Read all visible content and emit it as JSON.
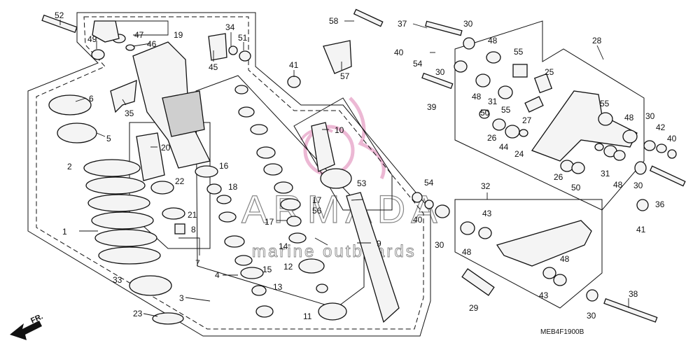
{
  "diagram": {
    "drawing_code": "MEB4F1900B",
    "direction_label": "FR.",
    "watermark": {
      "brand": "ARMADA",
      "tagline": "marine outboards"
    },
    "callouts": [
      "52",
      "49",
      "47",
      "19",
      "46",
      "34",
      "51",
      "45",
      "41",
      "58",
      "57",
      "37",
      "30",
      "40",
      "54",
      "30",
      "48",
      "55",
      "25",
      "28",
      "39",
      "48",
      "31",
      "55",
      "50",
      "27",
      "26",
      "44",
      "24",
      "55",
      "48",
      "30",
      "42",
      "40",
      "50",
      "26",
      "31",
      "48",
      "30",
      "36",
      "41",
      "6",
      "35",
      "5",
      "20",
      "16",
      "18",
      "22",
      "21",
      "8",
      "7",
      "2",
      "1",
      "33",
      "23",
      "3",
      "4",
      "15",
      "13",
      "14",
      "17",
      "56",
      "17",
      "12",
      "11",
      "10",
      "53",
      "54",
      "40",
      "30",
      "9",
      "32",
      "43",
      "48",
      "48",
      "43",
      "29",
      "38",
      "30"
    ]
  }
}
